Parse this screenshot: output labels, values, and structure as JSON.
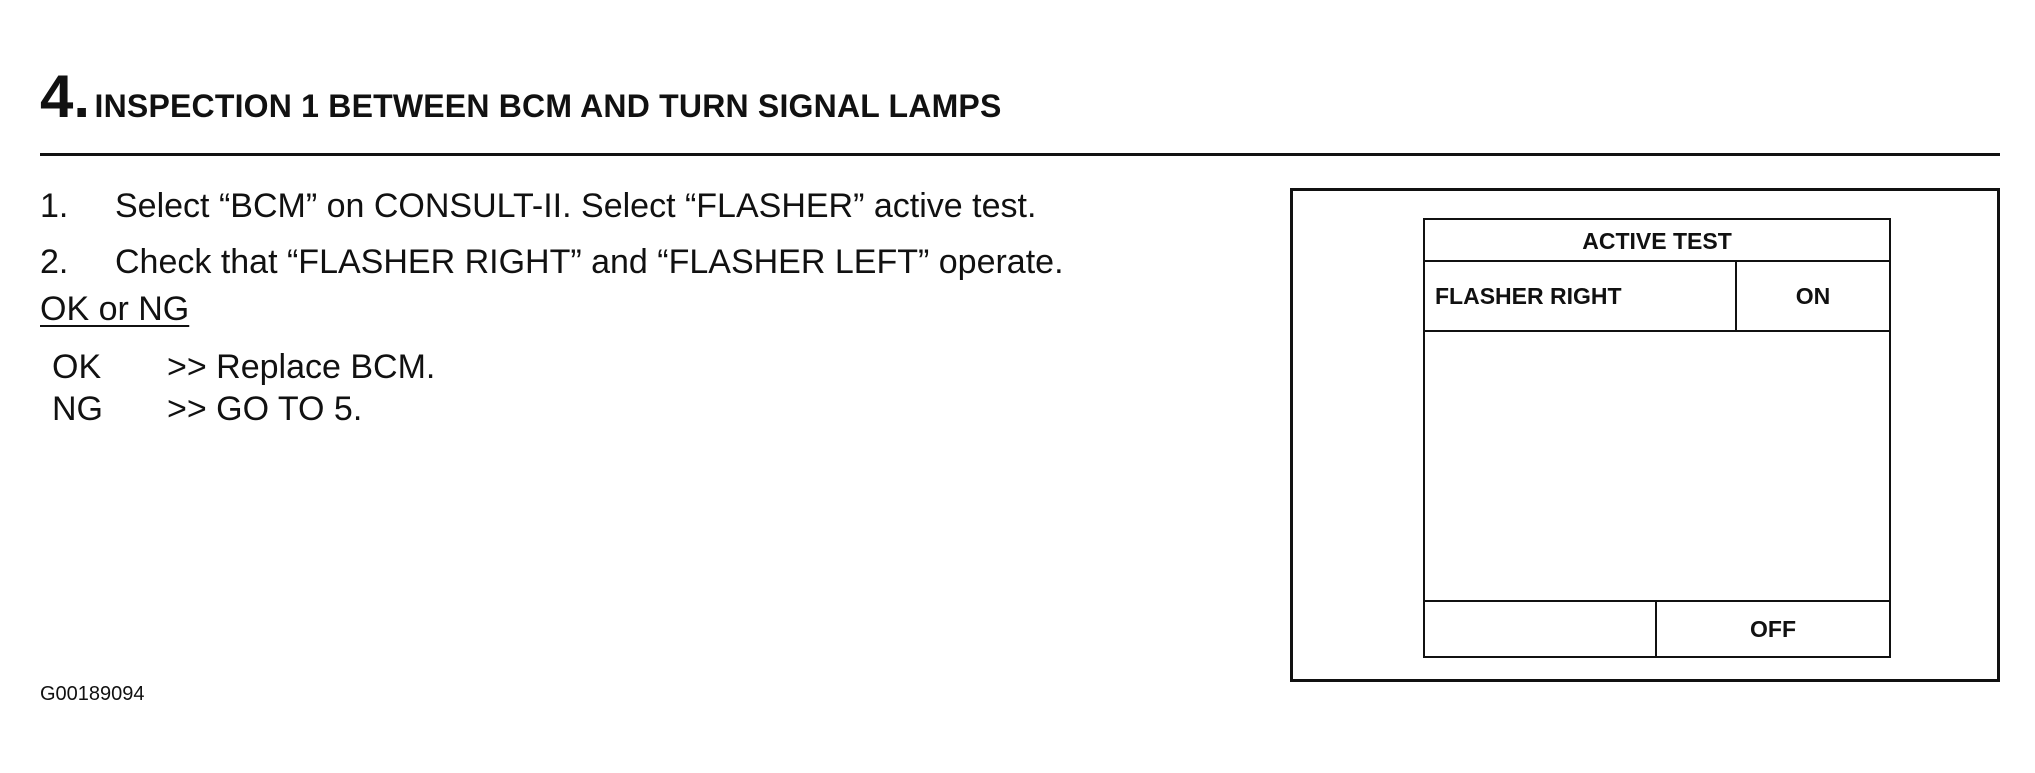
{
  "heading": {
    "number": "4.",
    "title": "INSPECTION 1 BETWEEN BCM AND TURN SIGNAL LAMPS"
  },
  "steps": [
    {
      "num": "1.",
      "text": "Select “BCM” on CONSULT-II. Select “FLASHER” active test."
    },
    {
      "num": "2.",
      "text": "Check that “FLASHER RIGHT” and “FLASHER LEFT” operate."
    }
  ],
  "ok_or_ng": "OK or NG",
  "results": [
    {
      "code": "OK",
      "action": ">> Replace BCM."
    },
    {
      "code": "NG",
      "action": ">> GO TO 5."
    }
  ],
  "figure_id": "G00189094",
  "screen": {
    "title": "ACTIVE TEST",
    "item_name": "FLASHER RIGHT",
    "item_value": "ON",
    "left_button": "",
    "right_button": "OFF"
  }
}
